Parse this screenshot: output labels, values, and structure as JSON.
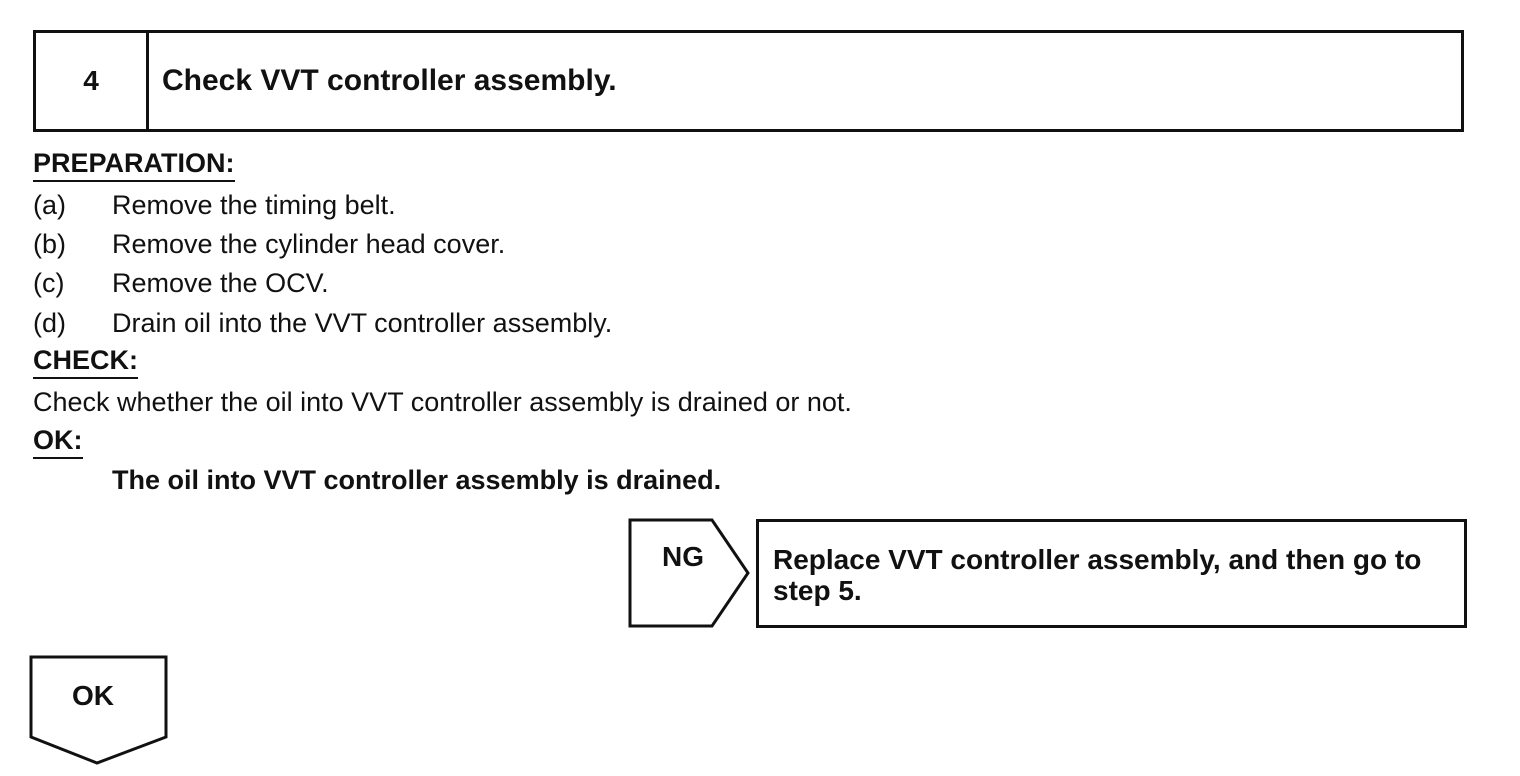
{
  "step": {
    "number": "4",
    "title": "Check VVT controller assembly."
  },
  "preparation": {
    "heading": "PREPARATION:",
    "items": [
      {
        "marker": "(a)",
        "text": "Remove the timing belt."
      },
      {
        "marker": "(b)",
        "text": "Remove the cylinder head cover."
      },
      {
        "marker": "(c)",
        "text": "Remove the OCV."
      },
      {
        "marker": "(d)",
        "text": "Drain oil into the VVT controller assembly."
      }
    ]
  },
  "check": {
    "heading": "CHECK:",
    "text": "Check whether the oil into VVT controller assembly is drained or not."
  },
  "ok": {
    "heading": "OK:",
    "text": "The oil into VVT controller assembly is drained."
  },
  "ng_branch": {
    "label": "NG",
    "result": "Replace VVT controller assembly, and then go to step 5."
  },
  "ok_branch": {
    "label": "OK"
  }
}
